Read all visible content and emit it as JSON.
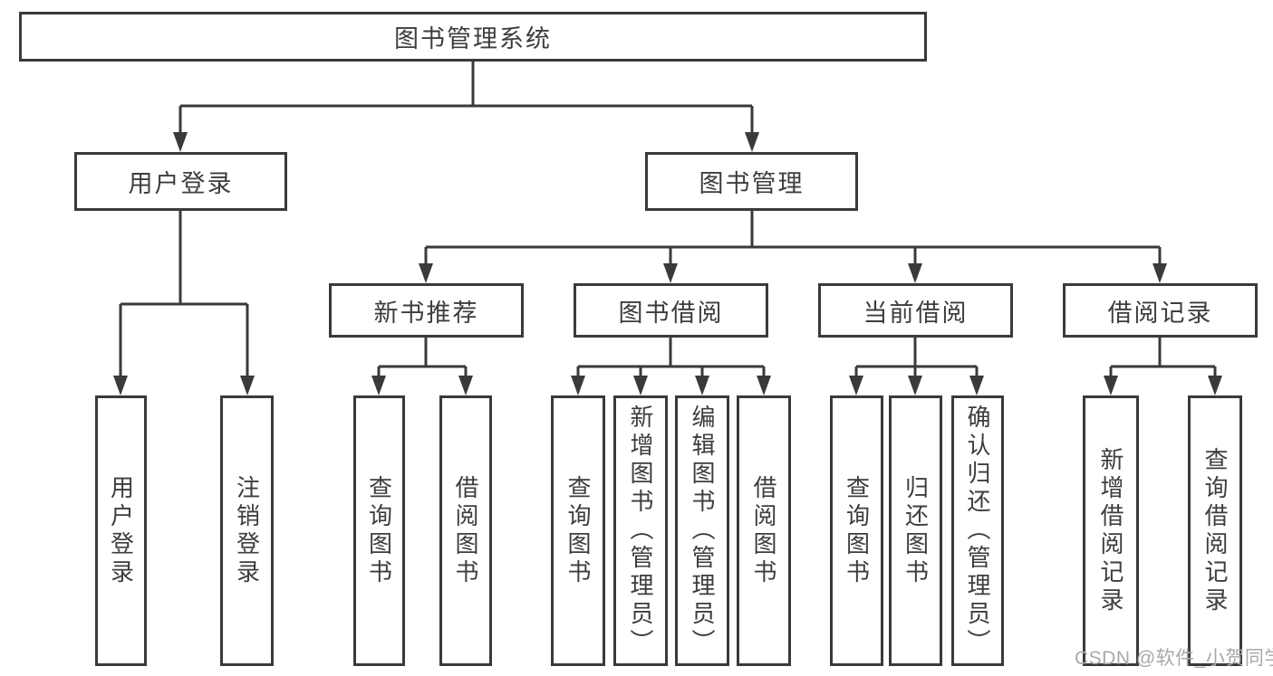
{
  "colors": {
    "line": "#3a3a3a",
    "text": "#3d3d3d",
    "watermark": "#a8a8a8",
    "background": "#ffffff"
  },
  "watermark": {
    "text": "CSDN @软件_小贺同学"
  },
  "diagram": {
    "root": {
      "label": "图书管理系统"
    },
    "level2": [
      {
        "label": "用户登录"
      },
      {
        "label": "图书管理"
      }
    ],
    "level3": [
      {
        "label": "新书推荐"
      },
      {
        "label": "图书借阅"
      },
      {
        "label": "当前借阅"
      },
      {
        "label": "借阅记录"
      }
    ],
    "leaves": {
      "user_login": [
        "用户登录",
        "注销登录"
      ],
      "new_books": [
        "查询图书",
        "借阅图书"
      ],
      "book_borrow": [
        "查询图书",
        "新增图书（管理员）",
        "编辑图书（管理员）",
        "借阅图书"
      ],
      "current_borrow": [
        "查询图书",
        "归还图书",
        "确认归还（管理员）"
      ],
      "borrow_records": [
        "新增借阅记录",
        "查询借阅记录"
      ]
    }
  }
}
